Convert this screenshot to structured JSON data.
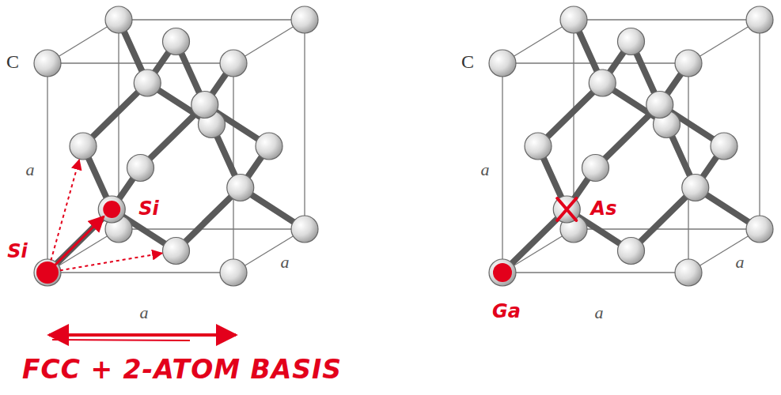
{
  "diagram": {
    "labels": [
      "C",
      "a",
      "a",
      "a",
      "Si",
      "Si",
      "FCC + 2-ATOM BASIS",
      "C",
      "a",
      "a",
      "a",
      "As",
      "Ga"
    ]
  }
}
